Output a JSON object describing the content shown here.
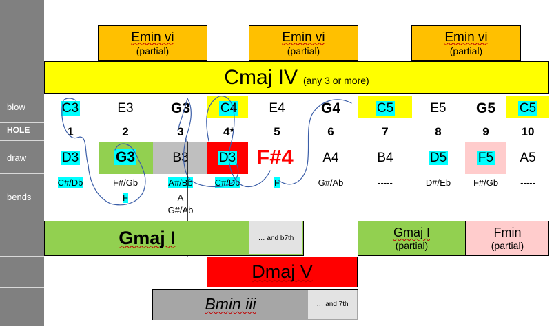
{
  "left_labels": {
    "blow": "blow",
    "hole": "HOLE",
    "draw": "draw",
    "bends": "bends"
  },
  "emin_chords": [
    {
      "name": "Emin vi",
      "note": "(partial)"
    },
    {
      "name": "Emin vi",
      "note": "(partial)"
    },
    {
      "name": "Emin vi",
      "note": "(partial)"
    }
  ],
  "cmaj": {
    "name": "Cmaj IV",
    "note": "(any 3 or more)"
  },
  "holes": [
    "1",
    "2",
    "3",
    "4*",
    "5",
    "6",
    "7",
    "8",
    "9",
    "10"
  ],
  "blow": [
    "C3",
    "E3",
    "G3",
    "C4",
    "E4",
    "G4",
    "C5",
    "E5",
    "G5",
    "C5"
  ],
  "draw": [
    "D3",
    "G3",
    "B3",
    "D3",
    "F#4",
    "A4",
    "B4",
    "D5",
    "F5",
    "A5"
  ],
  "bends_row1": [
    "C#/Db",
    "F#/Gb",
    "A#/Bb",
    "C#/Db",
    "F",
    "G#/Ab",
    "-----",
    "D#/Eb",
    "F#/Gb",
    "-----"
  ],
  "bends_row2": {
    "hole2": "F",
    "hole3a": "A",
    "hole3b": "G#/Ab"
  },
  "gmaj": {
    "name": "Gmaj I",
    "extra": "… and b7th"
  },
  "gmaj_partial": {
    "name": "Gmaj I",
    "note": "(partial)"
  },
  "fmin": {
    "name": "Fmin",
    "note": "(partial)"
  },
  "dmaj": {
    "name": "Dmaj V"
  },
  "bmin": {
    "name": "Bmin iii",
    "extra": "… and 7th"
  },
  "colors": {
    "orange": "#ffc000",
    "yellow": "#ffff00",
    "green": "#92d050",
    "pink": "#ffcccc",
    "red": "#ff0000",
    "grey": "#bfbfbf",
    "cyan_highlight": "#00ffff",
    "left_column": "#808080"
  }
}
